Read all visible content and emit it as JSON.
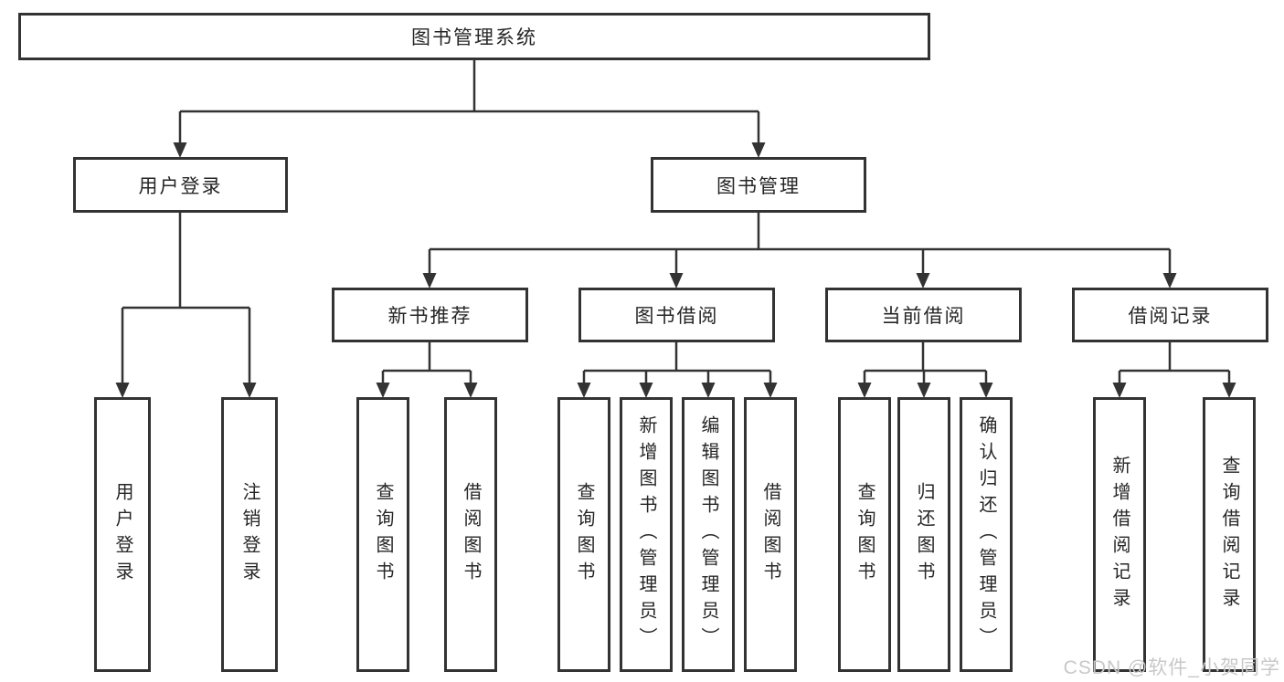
{
  "tree": {
    "root": {
      "label": "图书管理系统"
    },
    "branches": [
      {
        "label": "用户登录",
        "children": [
          {
            "label": "用户登录"
          },
          {
            "label": "注销登录"
          }
        ]
      },
      {
        "label": "图书管理",
        "groups": [
          {
            "label": "新书推荐",
            "children": [
              {
                "label": "查询图书"
              },
              {
                "label": "借阅图书"
              }
            ]
          },
          {
            "label": "图书借阅",
            "children": [
              {
                "label": "查询图书"
              },
              {
                "label": "新增图书（管理员）"
              },
              {
                "label": "编辑图书（管理员）"
              },
              {
                "label": "借阅图书"
              }
            ]
          },
          {
            "label": "当前借阅",
            "children": [
              {
                "label": "查询图书"
              },
              {
                "label": "归还图书"
              },
              {
                "label": "确认归还（管理员）"
              }
            ]
          },
          {
            "label": "借阅记录",
            "children": [
              {
                "label": "新增借阅记录"
              },
              {
                "label": "查询借阅记录"
              }
            ]
          }
        ]
      }
    ]
  },
  "colors": {
    "border": "#333333",
    "line": "#333333",
    "text": "#262626",
    "background": "#ffffff",
    "watermark": "#c8c8c8"
  },
  "watermark": {
    "text": "CSDN @软件_小贺同学"
  }
}
